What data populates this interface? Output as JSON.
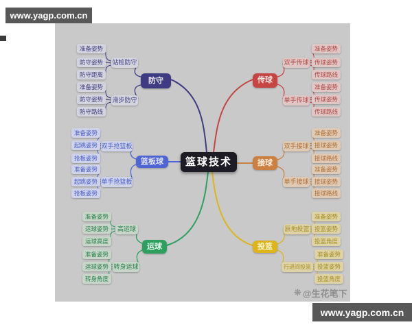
{
  "watermarks": {
    "site_top": "www.yagp.com.cn",
    "site_bottom": "www.yagp.com.cn",
    "credit": "@生花笔下",
    "credit_icon": "clover-icon"
  },
  "center": {
    "label": "篮球技术",
    "bg_color": "#1d1c25"
  },
  "canvas_color": "#c9c9c9",
  "branches": [
    {
      "label": "防守",
      "color": "#3e3b82",
      "side": "left",
      "children": [
        {
          "label": "站桩防守",
          "leaves": [
            "准备姿势",
            "防守姿势",
            "防守距离"
          ]
        },
        {
          "label": "滑步防守",
          "leaves": [
            "准备姿势",
            "防守姿势",
            "防守路线"
          ]
        }
      ]
    },
    {
      "label": "篮板球",
      "color": "#5065d4",
      "side": "left",
      "children": [
        {
          "label": "双手抢篮板",
          "leaves": [
            "准备姿势",
            "起跳姿势",
            "抢板姿势"
          ]
        },
        {
          "label": "单手抢篮板",
          "leaves": [
            "准备姿势",
            "起跳姿势",
            "抢板姿势"
          ]
        }
      ]
    },
    {
      "label": "运球",
      "color": "#2da05f",
      "side": "left",
      "children": [
        {
          "label": "高运球",
          "leaves": [
            "准备姿势",
            "运球姿势",
            "运球高度"
          ]
        },
        {
          "label": "转身运球",
          "leaves": [
            "准备姿势",
            "运球姿势",
            "转身角度"
          ]
        }
      ]
    },
    {
      "label": "传球",
      "color": "#c54542",
      "side": "right",
      "children": [
        {
          "label": "双手传球",
          "leaves": [
            "准备姿势",
            "传球姿势",
            "传球路线"
          ]
        },
        {
          "label": "单手传球",
          "leaves": [
            "准备姿势",
            "传球姿势",
            "传球路线"
          ]
        }
      ]
    },
    {
      "label": "接球",
      "color": "#cb7f41",
      "side": "right",
      "children": [
        {
          "label": "双手接球",
          "leaves": [
            "准备姿势",
            "接球姿势",
            "接球路线"
          ]
        },
        {
          "label": "单手接球",
          "leaves": [
            "准备姿势",
            "接球姿势",
            "接球路线"
          ]
        }
      ]
    },
    {
      "label": "投篮",
      "color": "#ddb41c",
      "side": "right",
      "children": [
        {
          "label": "原地投篮",
          "leaves": [
            "准备姿势",
            "投篮姿势",
            "投篮角度"
          ]
        },
        {
          "label": "行进间投篮",
          "leaves": [
            "准备姿势",
            "投篮姿势",
            "投篮角度"
          ]
        }
      ]
    }
  ]
}
